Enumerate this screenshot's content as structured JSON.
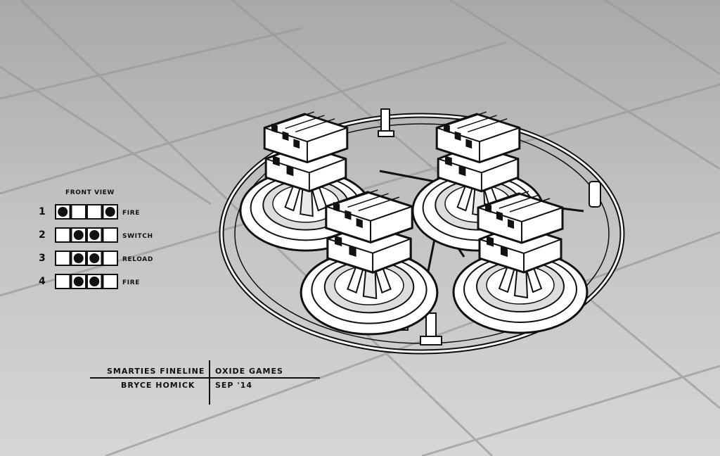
{
  "front_view": {
    "title": "FRONT VIEW",
    "rows": [
      {
        "number": "1",
        "label": "FIRE",
        "pattern": "1001"
      },
      {
        "number": "2",
        "label": "SWITCH",
        "pattern": "0110"
      },
      {
        "number": "3",
        "label": "RELOAD",
        "pattern": "0110"
      },
      {
        "number": "4",
        "label": "FIRE",
        "pattern": "0110"
      }
    ]
  },
  "credits": {
    "project": "SMARTIES FINELINE",
    "studio": "OXIDE GAMES",
    "artist": "BRYCE HOMICK",
    "date": "SEP '14"
  },
  "colors": {
    "ink": "#111111",
    "paper": "#ffffff",
    "floor_top": "#a9a9a9",
    "floor_bottom": "#d6d6d6"
  }
}
